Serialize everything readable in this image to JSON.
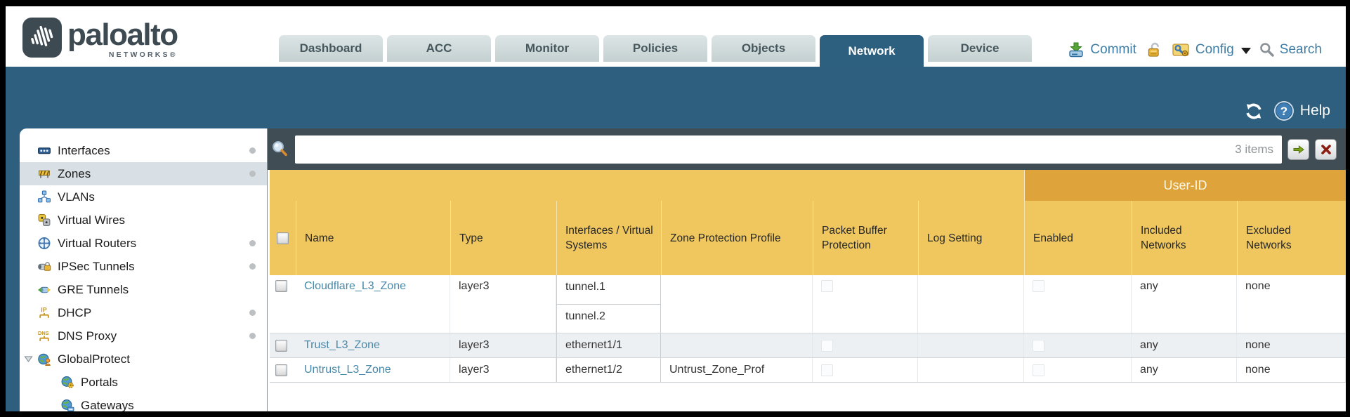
{
  "brand": {
    "logo_text": "paloalto",
    "logo_sub": "NETWORKS®"
  },
  "nav": {
    "tabs": [
      {
        "label": "Dashboard",
        "active": false
      },
      {
        "label": "ACC",
        "active": false
      },
      {
        "label": "Monitor",
        "active": false
      },
      {
        "label": "Policies",
        "active": false
      },
      {
        "label": "Objects",
        "active": false
      },
      {
        "label": "Network",
        "active": true
      },
      {
        "label": "Device",
        "active": false
      }
    ],
    "actions": {
      "commit_label": "Commit",
      "config_label": "Config",
      "search_label": "Search"
    }
  },
  "band": {
    "help_label": "Help"
  },
  "sidebar": {
    "items": [
      {
        "label": "Interfaces",
        "dot": true,
        "selected": false
      },
      {
        "label": "Zones",
        "dot": true,
        "selected": true
      },
      {
        "label": "VLANs",
        "dot": false,
        "selected": false
      },
      {
        "label": "Virtual Wires",
        "dot": false,
        "selected": false
      },
      {
        "label": "Virtual Routers",
        "dot": true,
        "selected": false
      },
      {
        "label": "IPSec Tunnels",
        "dot": true,
        "selected": false
      },
      {
        "label": "GRE Tunnels",
        "dot": false,
        "selected": false
      },
      {
        "label": "DHCP",
        "dot": true,
        "selected": false
      },
      {
        "label": "DNS Proxy",
        "dot": true,
        "selected": false
      },
      {
        "label": "GlobalProtect",
        "dot": false,
        "selected": false,
        "expanded": true,
        "children": [
          {
            "label": "Portals"
          },
          {
            "label": "Gateways"
          }
        ]
      }
    ]
  },
  "filter": {
    "value": "",
    "count_label": "3 items"
  },
  "table": {
    "group_header": "User-ID",
    "columns": {
      "name": "Name",
      "type": "Type",
      "interfaces": "Interfaces / Virtual Systems",
      "zone_protection": "Zone Protection Profile",
      "packet_buffer": "Packet Buffer Protection",
      "log_setting": "Log Setting",
      "enabled": "Enabled",
      "included": "Included Networks",
      "excluded": "Excluded Networks"
    },
    "rows": [
      {
        "name": "Cloudflare_L3_Zone",
        "type": "layer3",
        "interfaces": [
          "tunnel.1",
          "tunnel.2"
        ],
        "zone_protection": "",
        "log_setting": "",
        "included": "any",
        "excluded": "none"
      },
      {
        "name": "Trust_L3_Zone",
        "type": "layer3",
        "interfaces": [
          "ethernet1/1"
        ],
        "zone_protection": "",
        "log_setting": "",
        "included": "any",
        "excluded": "none"
      },
      {
        "name": "Untrust_L3_Zone",
        "type": "layer3",
        "interfaces": [
          "ethernet1/2"
        ],
        "zone_protection": "Untrust_Zone_Prof",
        "log_setting": "",
        "included": "any",
        "excluded": "none"
      }
    ]
  },
  "colors": {
    "teal": "#2e5f7e",
    "slate": "#414d55",
    "header_orange": "#efc75e",
    "user_id_band": "#dfa33c",
    "link_blue": "#4788a8",
    "tab_inactive": "#ccd6d7",
    "row_alt": "#edf0f3",
    "selected_item": "#d8e0e6"
  }
}
